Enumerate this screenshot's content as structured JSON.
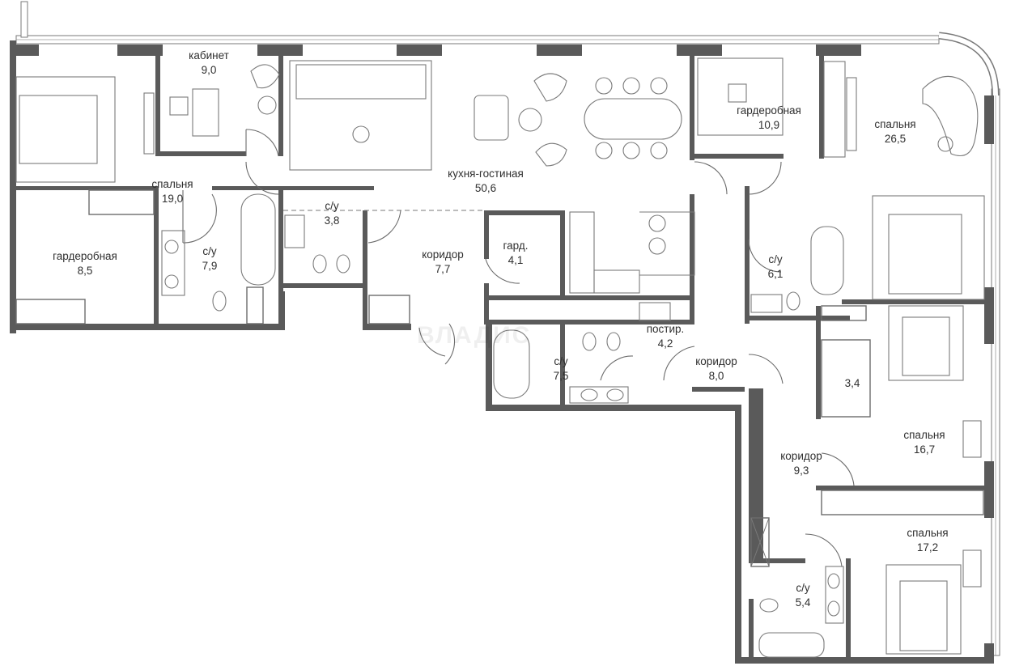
{
  "watermark": "ВЛАДИС",
  "rooms": [
    {
      "id": "kabinet",
      "name": "кабинет",
      "area": "9,0"
    },
    {
      "id": "spalnya-1",
      "name": "спальня",
      "area": "19,0"
    },
    {
      "id": "garderobnaya-1",
      "name": "гардеробная",
      "area": "8,5"
    },
    {
      "id": "su-1",
      "name": "с/у",
      "area": "7,9"
    },
    {
      "id": "su-2",
      "name": "с/у",
      "area": "3,8"
    },
    {
      "id": "kuhnya-gostinaya",
      "name": "кухня-гостиная",
      "area": "50,6"
    },
    {
      "id": "koridor-1",
      "name": "коридор",
      "area": "7,7"
    },
    {
      "id": "gard",
      "name": "гард.",
      "area": "4,1"
    },
    {
      "id": "su-3",
      "name": "с/у",
      "area": "7,5"
    },
    {
      "id": "postir",
      "name": "постир.",
      "area": "4,2"
    },
    {
      "id": "koridor-2",
      "name": "коридор",
      "area": "8,0"
    },
    {
      "id": "garderobnaya-2",
      "name": "гардеробная",
      "area": "10,9"
    },
    {
      "id": "spalnya-2",
      "name": "спальня",
      "area": "26,5"
    },
    {
      "id": "su-4",
      "name": "с/у",
      "area": "6,1"
    },
    {
      "id": "closet",
      "name": "",
      "area": "3,4"
    },
    {
      "id": "spalnya-3",
      "name": "спальня",
      "area": "16,7"
    },
    {
      "id": "koridor-3",
      "name": "коридор",
      "area": "9,3"
    },
    {
      "id": "spalnya-4",
      "name": "спальня",
      "area": "17,2"
    },
    {
      "id": "su-5",
      "name": "с/у",
      "area": "5,4"
    }
  ]
}
